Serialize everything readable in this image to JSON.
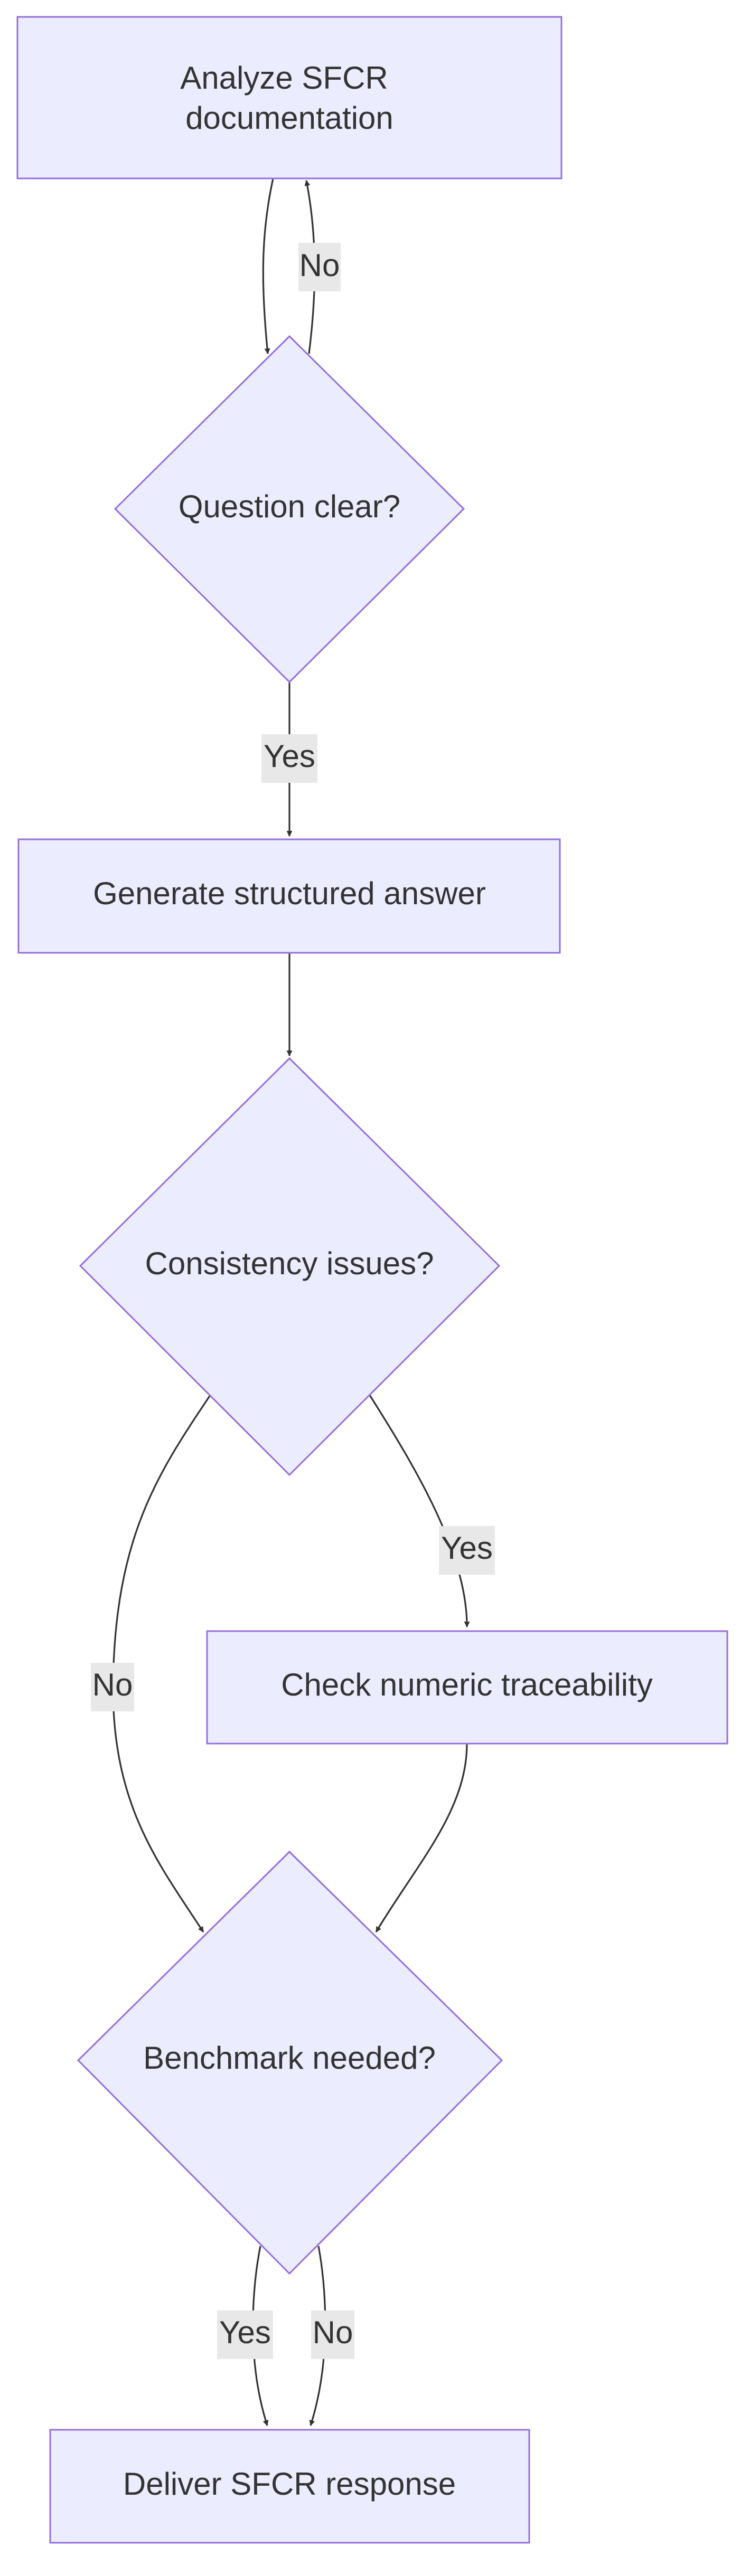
{
  "diagram": {
    "nodes": {
      "analyze": {
        "line1": "Analyze SFCR",
        "line2": "documentation"
      },
      "question_clear": {
        "label": "Question clear?"
      },
      "generate": {
        "label": "Generate structured answer"
      },
      "consistency": {
        "label": "Consistency issues?"
      },
      "check_numeric": {
        "label": "Check numeric traceability"
      },
      "benchmark": {
        "label": "Benchmark needed?"
      },
      "deliver": {
        "label": "Deliver SFCR response"
      }
    },
    "edges": {
      "question_no": {
        "label": "No"
      },
      "question_yes": {
        "label": "Yes"
      },
      "consistency_yes": {
        "label": "Yes"
      },
      "consistency_no": {
        "label": "No"
      },
      "benchmark_yes": {
        "label": "Yes"
      },
      "benchmark_no": {
        "label": "No"
      }
    },
    "colors": {
      "node_fill": "#ECECFF",
      "node_stroke": "#9370DB",
      "edge_stroke": "#333333",
      "label_background": "#E8E8E8",
      "text": "#333333"
    }
  }
}
